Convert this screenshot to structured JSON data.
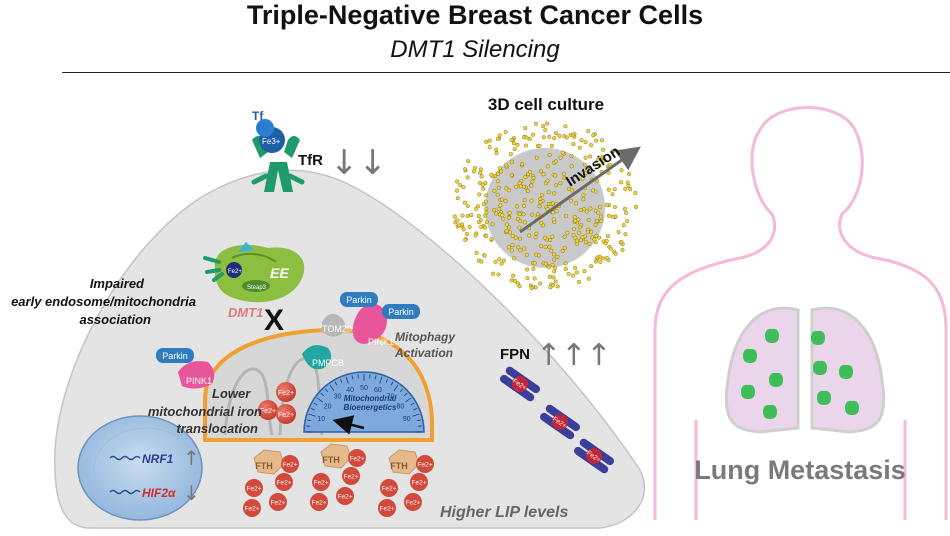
{
  "header": {
    "title": "Triple-Negative Breast Cancer Cells",
    "subtitle": "DMT1 Silencing"
  },
  "culture": {
    "title": "3D cell culture",
    "invasion": "Invasion"
  },
  "receptor": {
    "tf": "Tf",
    "fe3": "Fe3+",
    "tfr": "TfR",
    "tfr_arrows": "↓↓"
  },
  "endosome": {
    "ee": "EE",
    "fe2": "Fe2+",
    "steap3": "Steap3",
    "dmt1": "DMT1",
    "cross": "X",
    "impaired": [
      "Impaired",
      "early endosome/mitochondria",
      "association"
    ]
  },
  "mitophagy": {
    "parkin_labels": [
      "Parkin",
      "Parkin",
      "Parkin"
    ],
    "pink1_labels": [
      "PINK1",
      "PINK1"
    ],
    "tom20": "TOM20",
    "pmpcb": "PMPCB",
    "activation": [
      "Mitophagy",
      "Activation"
    ]
  },
  "mito": {
    "fe_labels": [
      "Fe2+",
      "Fe2+",
      "Fe2+"
    ],
    "lower": [
      "Lower",
      "mitochondrial iron",
      "translocation"
    ],
    "gauge_title": [
      "Mitochondrial",
      "Bioenergetics"
    ],
    "gauge_ticks": [
      "10",
      "20",
      "30",
      "40",
      "50",
      "60",
      "70",
      "80",
      "90"
    ],
    "gauge_level": 15
  },
  "nucleus": {
    "nrf1": "NRF1",
    "nrf1_dir": "↑",
    "hif": "HIF2α",
    "hif_dir": "↓"
  },
  "lip": {
    "fth": "FTH",
    "fe_label": "Fe2+",
    "caption": "Higher LIP levels"
  },
  "fpn": {
    "label": "FPN",
    "arrows": "↑↑↑",
    "fe_label": "Fe2+"
  },
  "metastasis": {
    "label": "Lung Metastasis"
  },
  "colors": {
    "cell": "#e3e3e3",
    "mito_outline": "#f0a030",
    "parkin": "#2f7dc0",
    "pink1": "#e8559a",
    "iron": "#d24a3c",
    "fth": "#e6b98a",
    "fpn": "#3a3f9a",
    "fpn_core": "#c0283a",
    "body_outline": "#f5b8d8",
    "lung_fill": "#ead5ea",
    "nodule": "#3ebd5a",
    "endosome": "#8cbf3f",
    "tfr": "#1f9a6b",
    "tf": "#1f5fa8",
    "cytoplasm_text": "#555555"
  }
}
